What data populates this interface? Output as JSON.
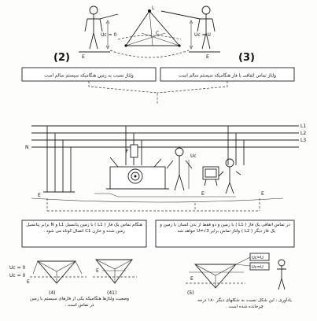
{
  "top": {
    "label_2": "(2)",
    "label_3": "(3)",
    "uc_left": "Uc = 0",
    "uc_right": "Uc = U",
    "node_labels": {
      "L": "L",
      "c": "C",
      "E_left": "E",
      "E_right": "E"
    },
    "box_left": "ولتاژ نسبت به زمین هنگامیکه سیستم سالم است",
    "box_right": "ولتاژ تماس اتفاقی با فاز هنگامیکه سیستم سالم است"
  },
  "middle": {
    "lines": [
      "L1",
      "L2",
      "L3",
      "N"
    ],
    "fuse_label": "F",
    "ground_left": "E",
    "ground_right": "E",
    "ground_mid": "E",
    "uc_label": "Uc"
  },
  "notes": {
    "left": "هنگام تماس یک فاز ( L1 ) با زمین پتانسیل L1 و N برابر پتانسیل زمین شده و خازن C1 اتصال کوتاه می شود .",
    "right": "در تماس اتفاقی یک فاز ( L1 ) با زمین و دو فقط از بدن انسان با زمین و یک فاز دیگر ( L2 ) ولتاژ تماس برابر U=√3 خواهد شد ."
  },
  "diagrams": {
    "d4": {
      "label": "(4)",
      "uc1": "Uc = 0",
      "uc2": "Uc = 0",
      "E": "E"
    },
    "d41": {
      "label": "(41)",
      "E": "E"
    },
    "d5": {
      "label": "(5)",
      "uc1": "Uc=U",
      "uc2": "Uc=U",
      "E": "E"
    },
    "caption_left": "وضعیت ولتاژها هنگامیکه یکی از فازهای سیستم با زمین در تماس است .",
    "caption_right": "یادآوری : این شکل نسبت به شکلهای دیگر ۱۸۰ درجه چرخانده شده است ."
  }
}
